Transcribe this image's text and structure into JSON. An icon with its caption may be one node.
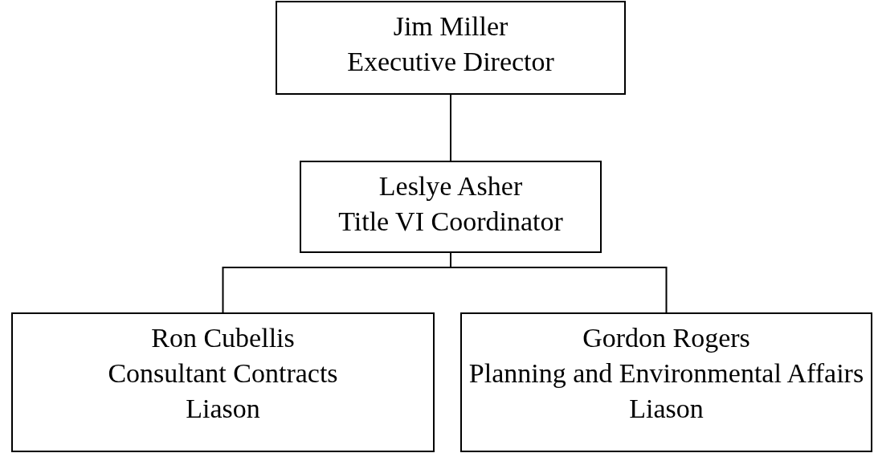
{
  "diagram": {
    "nodes": [
      {
        "text": [
          "Jim Miller",
          "Executive Director"
        ]
      },
      {
        "text": [
          "Leslye Asher",
          "Title VI Coordinator"
        ]
      },
      {
        "text": [
          "Ron Cubellis",
          "Consultant Contracts Liason"
        ]
      },
      {
        "text": [
          "Gordon Rogers",
          "Planning and Environmental Affairs Liason"
        ]
      }
    ],
    "edges": [
      {
        "from": 0,
        "to": 1,
        "arrow": "none"
      },
      {
        "from": 1,
        "to": 2,
        "arrow": "none"
      },
      {
        "from": 1,
        "to": 3,
        "arrow": "none"
      }
    ]
  }
}
